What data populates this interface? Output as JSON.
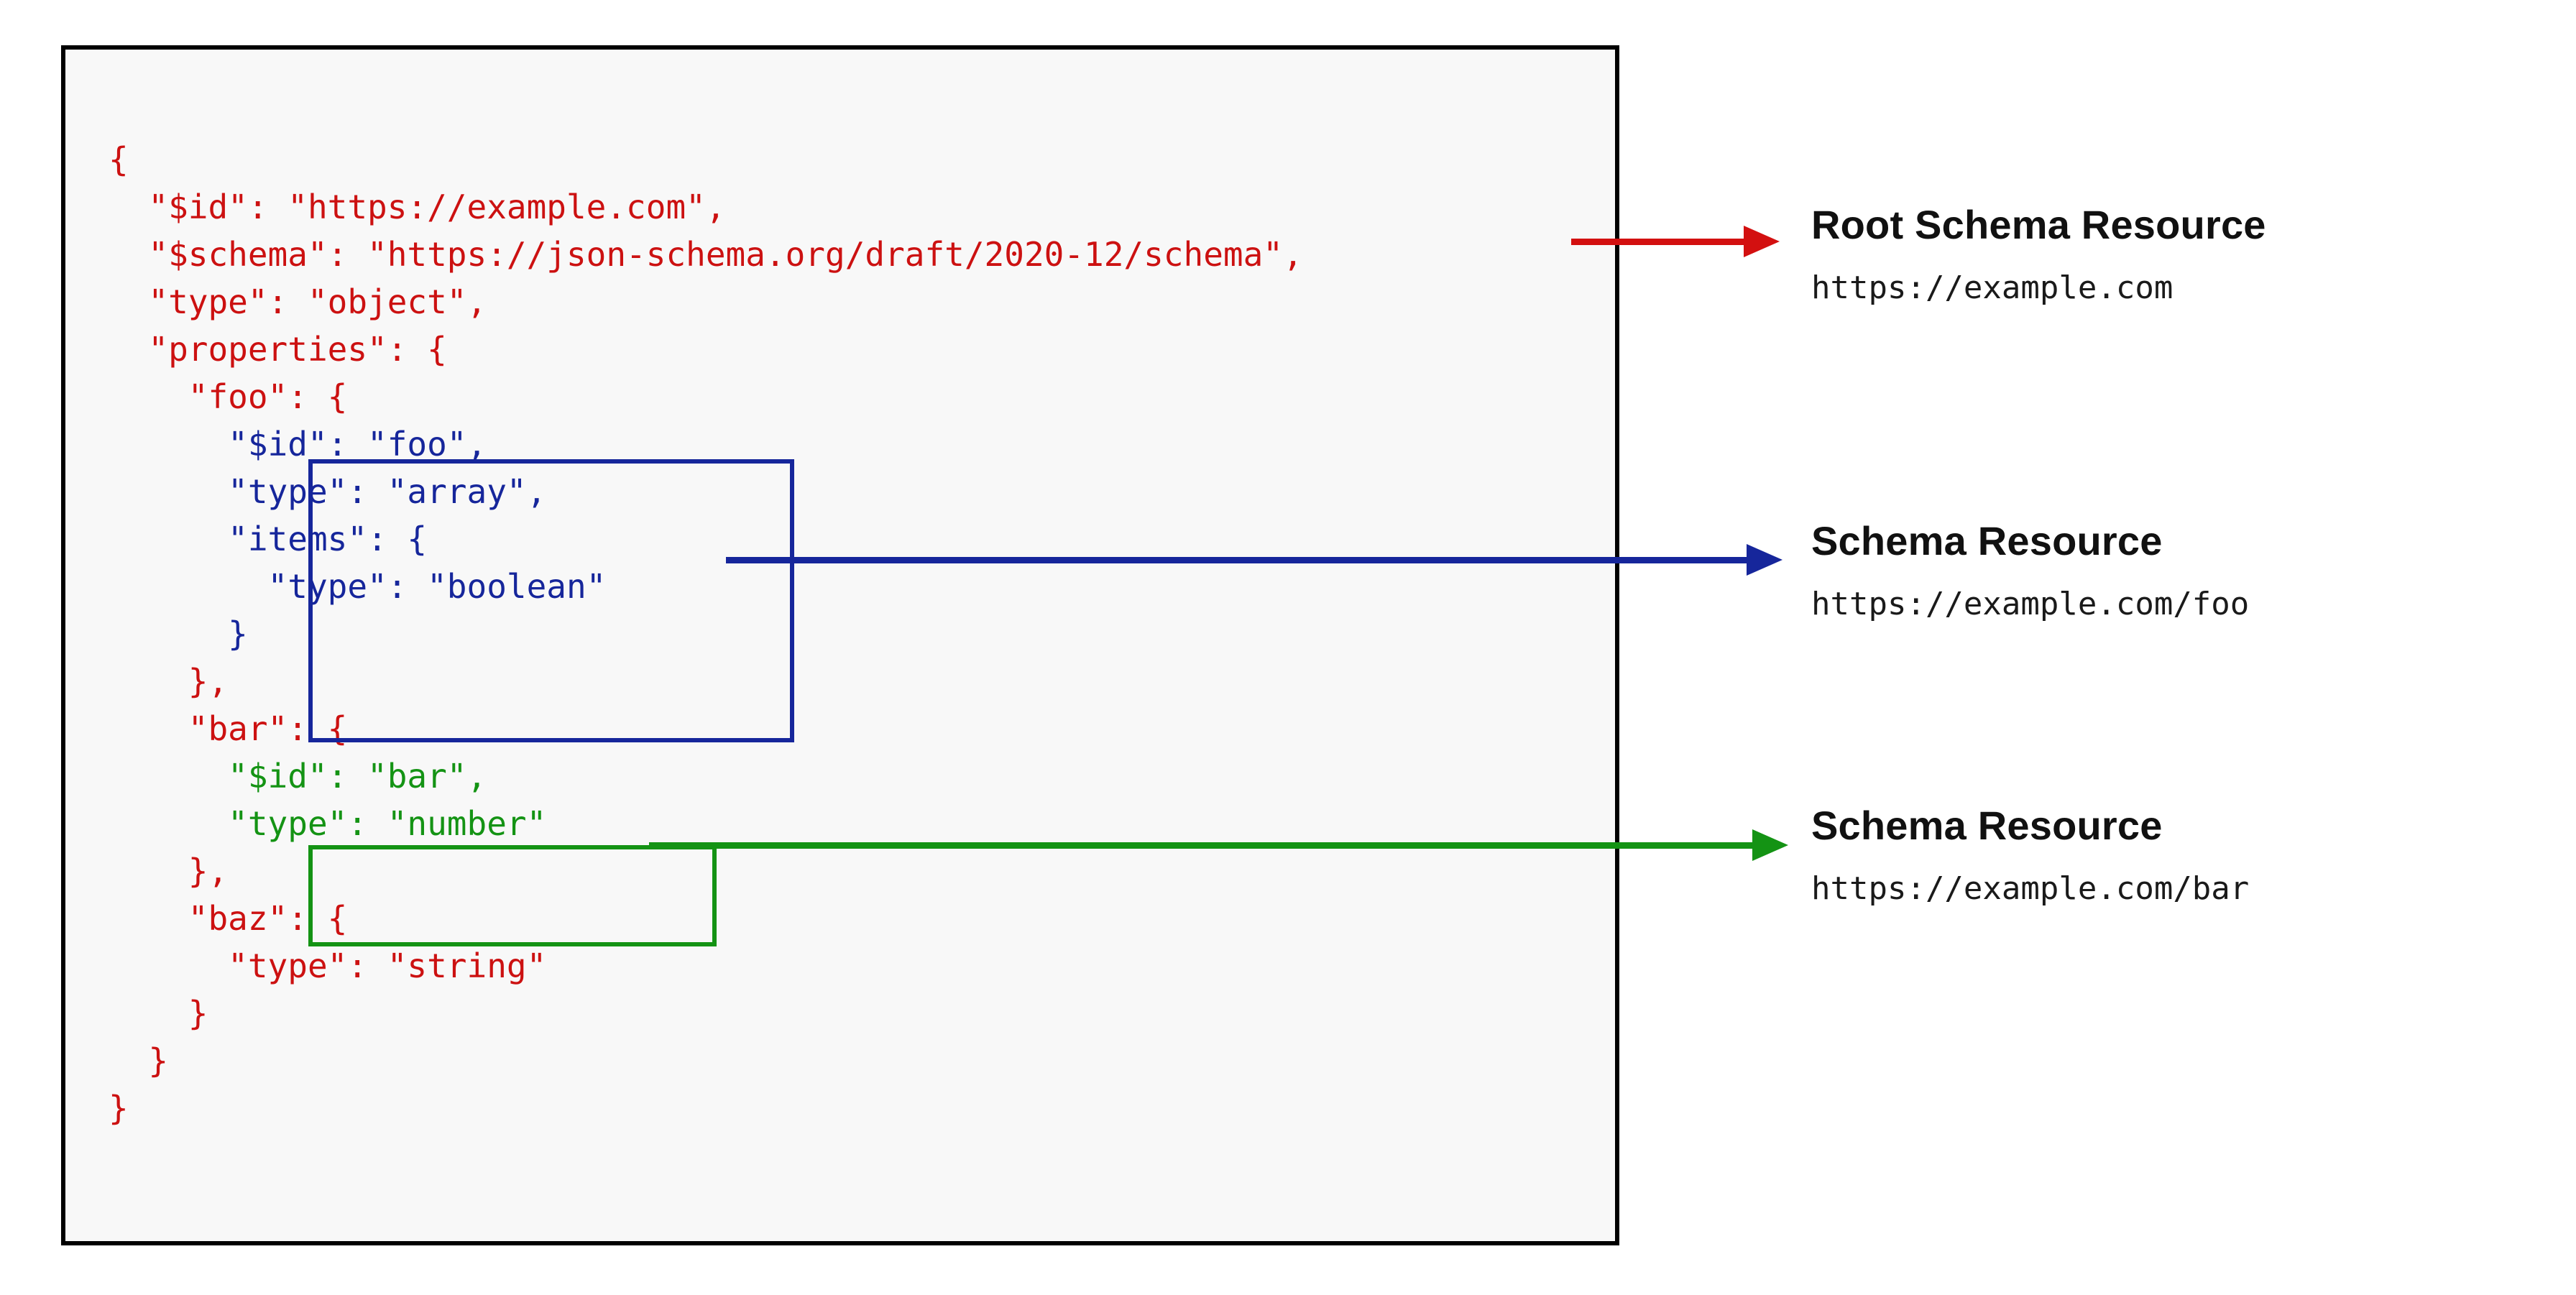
{
  "diagram": {
    "title_semantic": "json-schema-resource-identification",
    "palette": {
      "code_red": "#cc1111",
      "code_blue": "#16269b",
      "code_green": "#149314",
      "arrow_red": "#d31010",
      "arrow_blue": "#16269b",
      "arrow_green": "#149314",
      "panel_border": "#000000",
      "panel_background": "#f8f8f8",
      "page_background": "#ffffff",
      "label_text": "#111111"
    }
  },
  "code": {
    "language": "json",
    "lines": [
      {
        "indent": 0,
        "text": "{",
        "color": "red"
      },
      {
        "indent": 2,
        "text": "\"$id\": \"https://example.com\",",
        "color": "red"
      },
      {
        "indent": 2,
        "text": "\"$schema\": \"https://json-schema.org/draft/2020-12/schema\",",
        "color": "red"
      },
      {
        "indent": 2,
        "text": "\"type\": \"object\",",
        "color": "red"
      },
      {
        "indent": 2,
        "text": "\"properties\": {",
        "color": "red"
      },
      {
        "indent": 4,
        "text": "\"foo\": {",
        "color": "red"
      },
      {
        "indent": 6,
        "text": "\"$id\": \"foo\",",
        "color": "blue"
      },
      {
        "indent": 6,
        "text": "\"type\": \"array\",",
        "color": "blue"
      },
      {
        "indent": 6,
        "text": "\"items\": {",
        "color": "blue"
      },
      {
        "indent": 8,
        "text": "\"type\": \"boolean\"",
        "color": "blue"
      },
      {
        "indent": 6,
        "text": "}",
        "color": "blue"
      },
      {
        "indent": 4,
        "text": "},",
        "color": "red"
      },
      {
        "indent": 4,
        "text": "\"bar\": {",
        "color": "red"
      },
      {
        "indent": 6,
        "text": "\"$id\": \"bar\",",
        "color": "green"
      },
      {
        "indent": 6,
        "text": "\"type\": \"number\"",
        "color": "green"
      },
      {
        "indent": 4,
        "text": "},",
        "color": "red"
      },
      {
        "indent": 4,
        "text": "\"baz\": {",
        "color": "red"
      },
      {
        "indent": 6,
        "text": "\"type\": \"string\"",
        "color": "red"
      },
      {
        "indent": 4,
        "text": "}",
        "color": "red"
      },
      {
        "indent": 2,
        "text": "}",
        "color": "red"
      },
      {
        "indent": 0,
        "text": "}",
        "color": "red"
      }
    ]
  },
  "highlights": [
    {
      "id": "box-foo",
      "label": "foo-subschema-highlight",
      "color": "#16269b"
    },
    {
      "id": "box-bar",
      "label": "bar-subschema-highlight",
      "color": "#149314"
    }
  ],
  "annotations": [
    {
      "id": "root",
      "arrow_color": "#d31010",
      "title": "Root Schema Resource",
      "url": "https://example.com"
    },
    {
      "id": "foo",
      "arrow_color": "#16269b",
      "title": "Schema Resource",
      "url": "https://example.com/foo"
    },
    {
      "id": "bar",
      "arrow_color": "#149314",
      "title": "Schema Resource",
      "url": "https://example.com/bar"
    }
  ]
}
